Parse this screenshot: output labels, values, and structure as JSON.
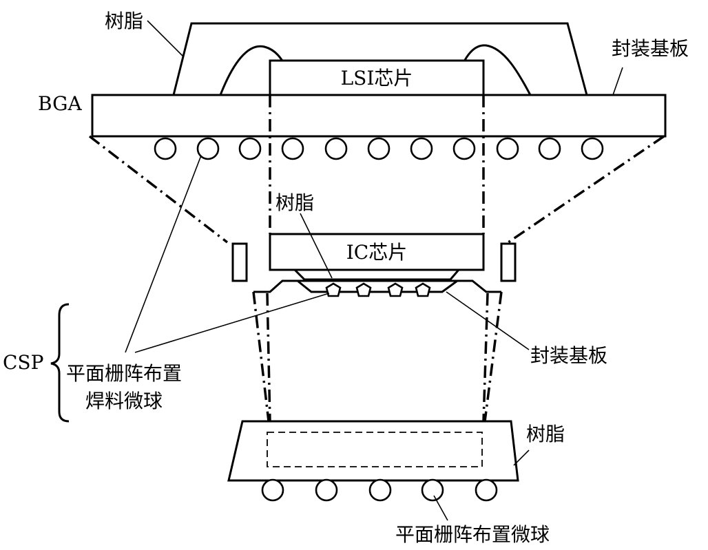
{
  "labels": {
    "resin_top": "树脂",
    "package_substrate_top": "封装基板",
    "lsi_chip": "LSI芯片",
    "bga": "BGA",
    "resin_mid": "树脂",
    "ic_chip": "IC芯片",
    "package_substrate_mid": "封装基板",
    "csp": "CSP",
    "area_array_line1": "平面栅阵布置",
    "area_array_line2": "焊料微球",
    "resin_bottom": "树脂",
    "area_array_balls": "平面栅阵布置微球"
  }
}
